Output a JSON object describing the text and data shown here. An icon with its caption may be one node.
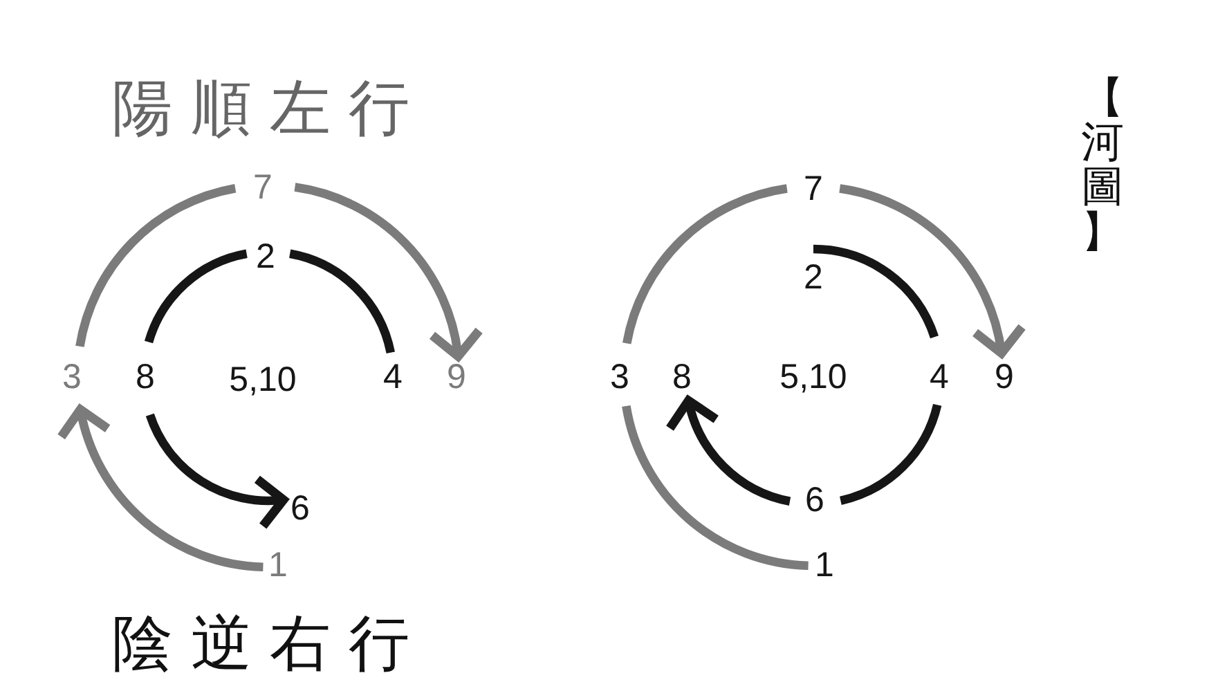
{
  "diagram": {
    "title": "【河圖】",
    "nodes": [
      {
        "text": [
          "7"
        ]
      },
      {
        "text": [
          "2"
        ]
      },
      {
        "text": [
          "3"
        ]
      },
      {
        "text": [
          "8"
        ]
      },
      {
        "text": [
          "4"
        ]
      },
      {
        "text": [
          "9"
        ]
      },
      {
        "text": [
          "6"
        ]
      },
      {
        "text": [
          "1"
        ]
      },
      {
        "text": [
          "7"
        ]
      },
      {
        "text": [
          "2"
        ]
      },
      {
        "text": [
          "3"
        ]
      },
      {
        "text": [
          "8"
        ]
      },
      {
        "text": [
          "4"
        ]
      },
      {
        "text": [
          "9"
        ]
      },
      {
        "text": [
          "6"
        ]
      },
      {
        "text": [
          "1"
        ]
      }
    ],
    "edges": [
      {
        "from": 2,
        "to": 0,
        "arrow": "none",
        "color": "#7b7b7b"
      },
      {
        "from": 0,
        "to": 5,
        "arrow": "to",
        "color": "#7b7b7b"
      },
      {
        "from": 3,
        "to": 1,
        "arrow": "none",
        "color": "#161616"
      },
      {
        "from": 1,
        "to": 4,
        "arrow": "none",
        "color": "#161616"
      },
      {
        "from": 3,
        "to": 6,
        "arrow": "to",
        "color": "#161616"
      },
      {
        "from": 7,
        "to": 2,
        "arrow": "to",
        "color": "#7b7b7b"
      },
      {
        "from": 10,
        "to": 8,
        "arrow": "none",
        "color": "#7b7b7b"
      },
      {
        "from": 8,
        "to": 13,
        "arrow": "to",
        "color": "#7b7b7b"
      },
      {
        "from": 9,
        "to": 12,
        "arrow": "none",
        "color": "#161616"
      },
      {
        "from": 12,
        "to": 14,
        "arrow": "none",
        "color": "#161616"
      },
      {
        "from": 14,
        "to": 11,
        "arrow": "to",
        "color": "#161616"
      },
      {
        "from": 10,
        "to": 15,
        "arrow": "none",
        "color": "#7b7b7b"
      }
    ],
    "labels": [
      "陽順左行",
      "5,10",
      "5,10",
      "陰逆右行"
    ]
  }
}
